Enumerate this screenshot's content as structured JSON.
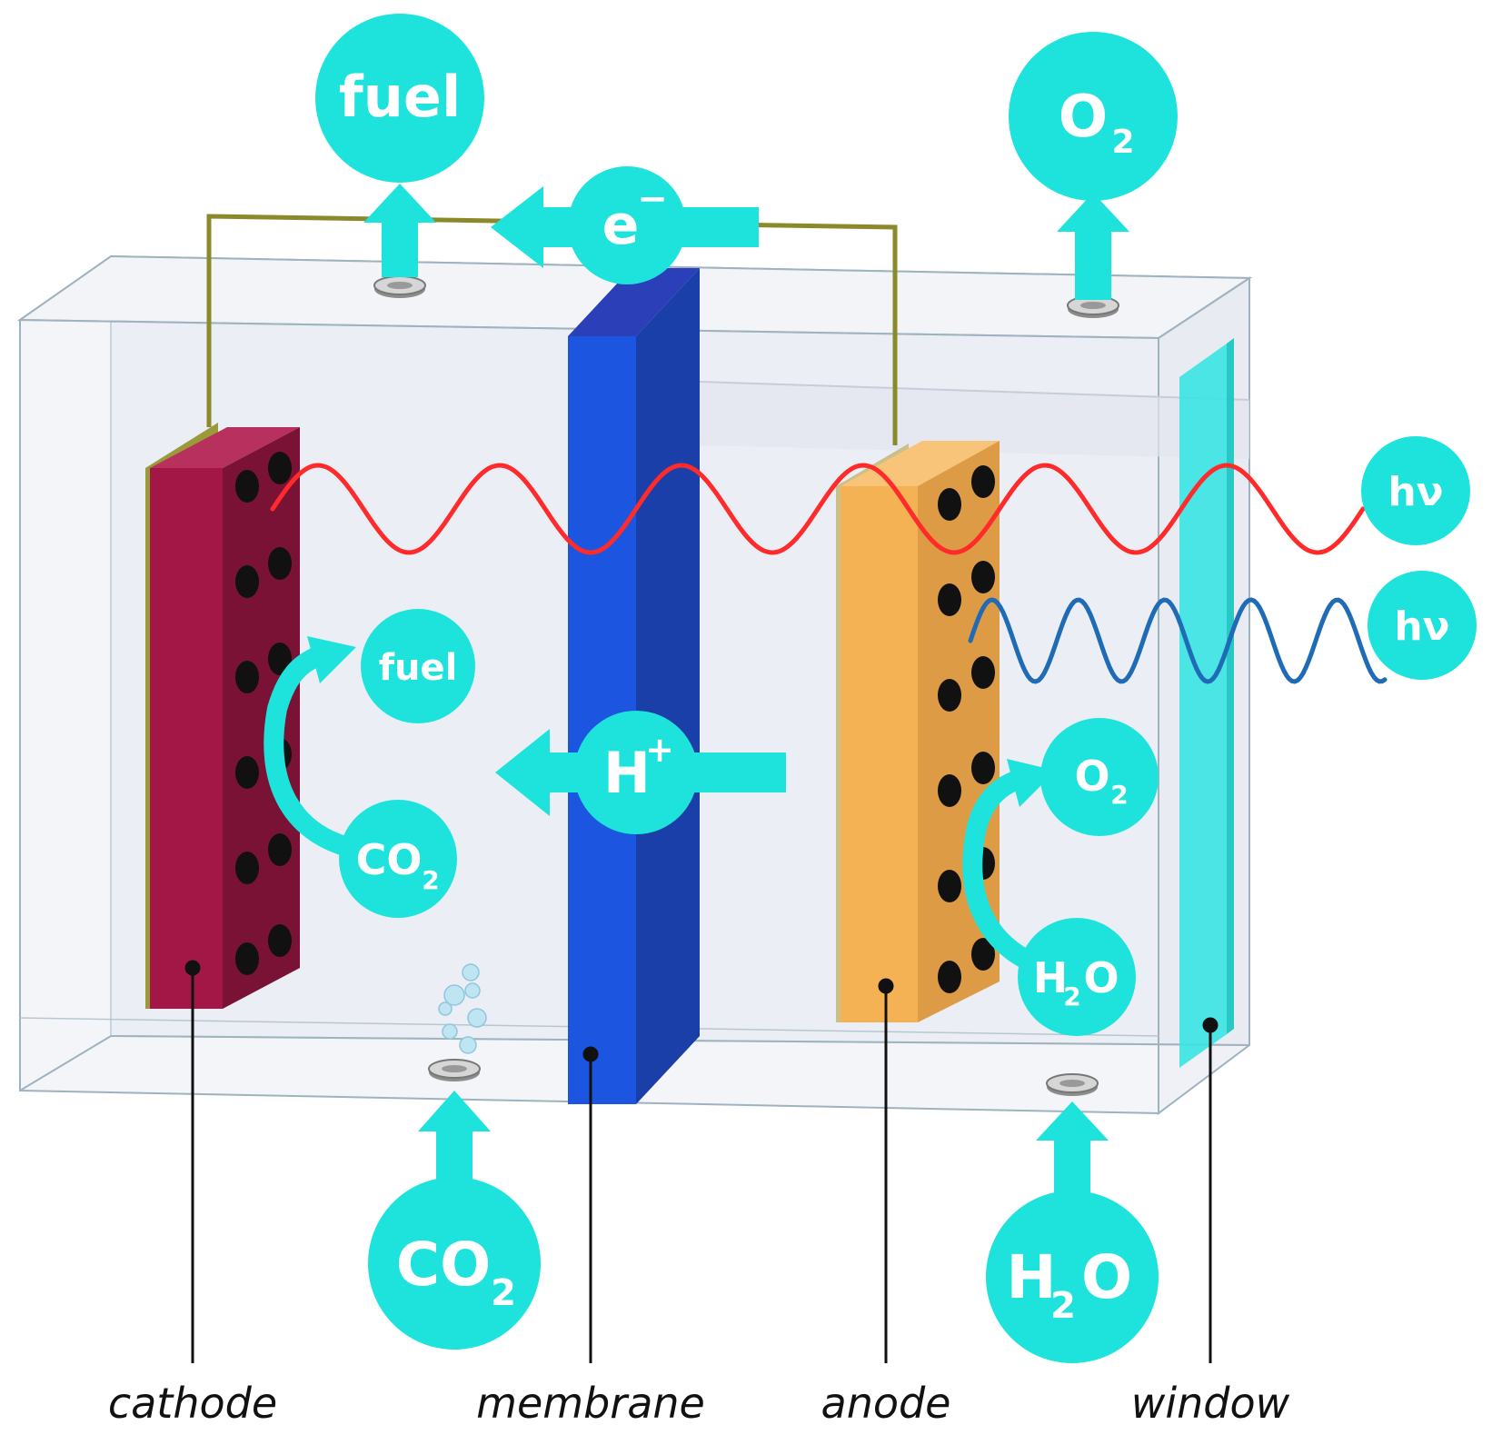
{
  "bubbles": {
    "fuel_top": "fuel",
    "o2_top": "O",
    "o2_top_sub": "2",
    "electron": "e",
    "electron_sup": "−",
    "fuel_inner": "fuel",
    "co2_inner": "CO",
    "co2_inner_sub": "2",
    "proton": "H",
    "proton_sup": "+",
    "o2_inner": "O",
    "o2_inner_sub": "2",
    "h2o_inner_h": "H",
    "h2o_inner_sub": "2",
    "h2o_inner_o": "O",
    "hv_red": "hν",
    "hv_blue": "hν",
    "co2_bottom": "CO",
    "co2_bottom_sub": "2",
    "h2o_bottom_h": "H",
    "h2o_bottom_sub": "2",
    "h2o_bottom_o": "O"
  },
  "labels": {
    "cathode": "cathode",
    "membrane": "membrane",
    "anode": "anode",
    "window": "window"
  },
  "colors": {
    "bubble": "#1ee3dc",
    "cathode": "#a31747",
    "membrane": "#1c55e0",
    "anode": "#f5b255",
    "window": "#38e4e2",
    "wire": "#8a8a2a",
    "red_wave": "#ff2a2a",
    "blue_wave": "#1f6bb5"
  }
}
